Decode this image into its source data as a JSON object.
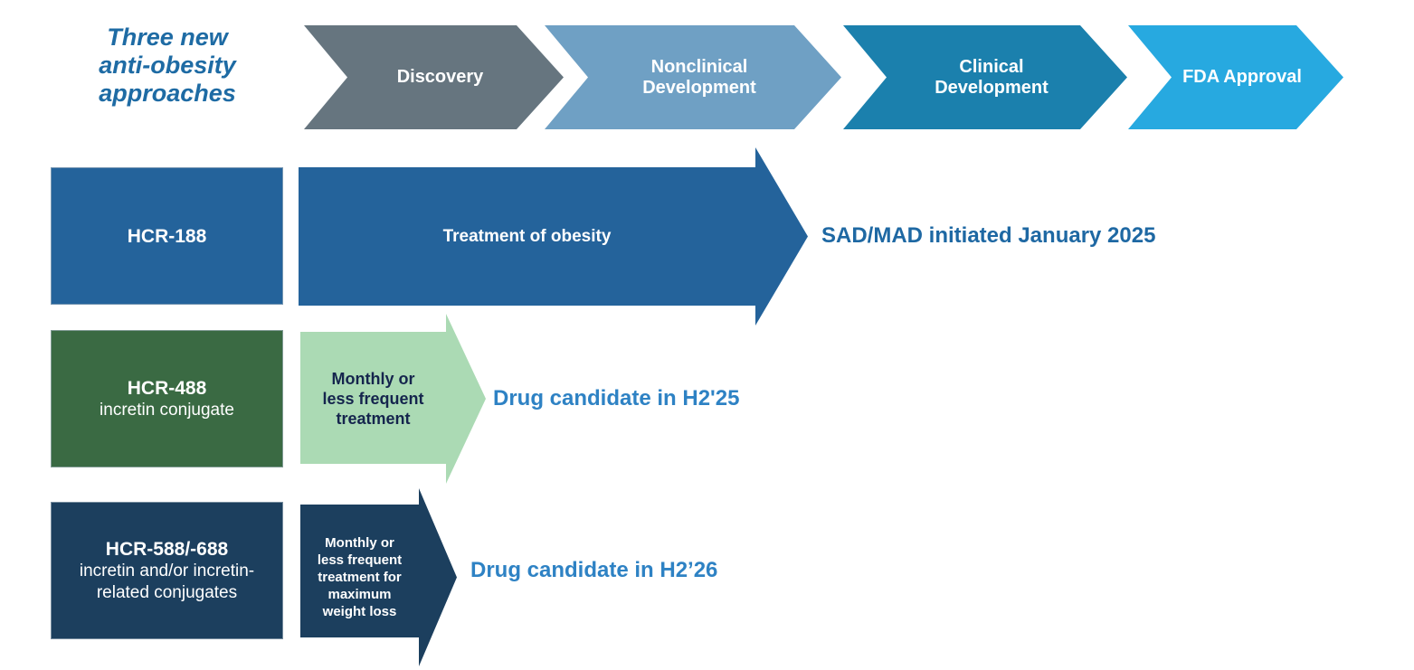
{
  "title": {
    "text": "Three new\nanti-obesity\napproaches",
    "color": "#1e6ba4"
  },
  "stages": [
    {
      "label": "Discovery",
      "color": "#66757f"
    },
    {
      "label": "Nonclinical\nDevelopment",
      "color": "#6fa0c4"
    },
    {
      "label": "Clinical\nDevelopment",
      "color": "#1b80ad"
    },
    {
      "label": "FDA Approval",
      "color": "#27a9e0"
    }
  ],
  "rows": [
    {
      "program": "HCR-188",
      "program_sub": "",
      "box_color": "#24639b",
      "arrow_label": "Treatment of obesity",
      "arrow_color": "#24639b",
      "milestone": "SAD/MAD initiated January 2025",
      "milestone_color": "#1e68a3"
    },
    {
      "program": "HCR-488",
      "program_sub": "incretin conjugate",
      "box_color": "#3a6a43",
      "arrow_label": "Monthly or\nless frequent\ntreatment",
      "arrow_color": "#abdab4",
      "arrow_text_color": "#15254d",
      "milestone": "Drug candidate in H2'25",
      "milestone_color": "#2e82c4"
    },
    {
      "program": "HCR-588/-688",
      "program_sub": "incretin and/or incretin-\nrelated conjugates",
      "box_color": "#1c3f5e",
      "arrow_label": "Monthly or\nless frequent\ntreatment for\nmaximum\nweight loss",
      "arrow_color": "#1c3f5e",
      "milestone": "Drug candidate in H2’26",
      "milestone_color": "#2e82c4"
    }
  ]
}
